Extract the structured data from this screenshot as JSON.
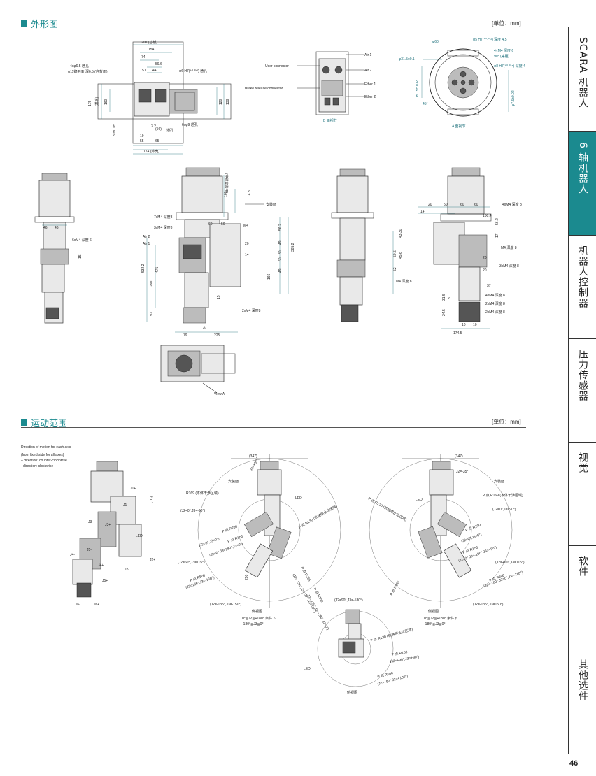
{
  "section1": {
    "title": "外形图",
    "unit": "[单位：mm]"
  },
  "section2": {
    "title": "运动范围",
    "unit": "[单位：mm]"
  },
  "tabs": [
    {
      "label": "SCARA 机器人",
      "active": false
    },
    {
      "label": "6 轴机器人",
      "active": true
    },
    {
      "label": "机器人控制器",
      "active": false
    },
    {
      "label": "压力传感器",
      "active": false
    },
    {
      "label": "视觉",
      "active": false
    },
    {
      "label": "软件",
      "active": false
    },
    {
      "label": "其他选件",
      "active": false
    }
  ],
  "page_number": "46",
  "colors": {
    "accent": "#1b8a8f",
    "dim_teal": "#1b6f7a",
    "line": "#333333"
  },
  "top_view": {
    "dims": [
      "200 (基板)",
      "154",
      "74",
      "59.6",
      "51",
      "44",
      "4xφ6.5 通孔",
      "φ11锪平面 深6.5 (自背面)",
      "φ6 H7(⁺⁰·⁰¹²) 通孔",
      "175",
      "(基板)",
      "160",
      "80±0.05",
      "120",
      "138",
      "19",
      "55",
      "65",
      "3.2",
      "(50)",
      "174 (外壳)",
      "6xφ9 通孔",
      "通孔"
    ]
  },
  "b_view": {
    "labels": [
      "User connector",
      "Brake release connector",
      "Air 1",
      "Air 2",
      "Ether 1",
      "Ether 2"
    ],
    "caption": "B 面视节"
  },
  "a_view": {
    "dims": [
      "φ60",
      "φ5 H7(⁺⁰·⁰¹²) 深度 4.5",
      "4×M4 深度 6",
      "90° (等距)",
      "φ31.5±0.1",
      "φ8 H7(⁺⁰·⁰¹⁵) 深度 4",
      "15.75±0.02",
      "45°",
      "φ7.5±0.02"
    ],
    "caption": "A 面视节"
  },
  "left_view": {
    "dims": [
      "46",
      "46",
      "6xM4 深度 6",
      "15"
    ]
  },
  "front_view": {
    "dims": [
      "(电缆安装用)",
      "160",
      "14.8",
      "安装面",
      "7xM4 深度8",
      "3xM4 深度8",
      "60",
      "50",
      "M4",
      "Air 2",
      "Air 1",
      "20",
      "14",
      "56.2",
      "49",
      "30",
      "60",
      "49",
      "385.2",
      "532.2",
      "475",
      "290",
      "166",
      "15",
      "2xM4 深度8",
      "97",
      "37",
      "79",
      "225"
    ],
    "view_caption": "View A"
  },
  "side_view": {
    "dims": [
      "20",
      "50",
      "60",
      "60",
      "14",
      "4xM4 深度 8",
      "100.4",
      "56.2",
      "17",
      "43.30",
      "50.5",
      "45.6",
      "52",
      "M4 深度 8",
      "20",
      "20",
      "3xM4 深度 8",
      "37",
      "M4 深度 8",
      "31.5",
      "8",
      "4xM4 深度 8",
      "2xM4 深度 8",
      "2xM4 深度 8",
      "24.5",
      "10",
      "10",
      "174.5"
    ]
  },
  "motion": {
    "direction_note": [
      "Direction of motion for each axis",
      "(from fixed side for all axes)",
      "+ direction: counter-clockwise",
      "- direction: clockwise"
    ],
    "axes": [
      "J1+",
      "J1-",
      "(J1-)",
      "J2+",
      "J2-",
      "J3+",
      "J3-",
      "J4+",
      "J4-",
      "J5+",
      "J5-",
      "J6+",
      "J6-",
      "LED"
    ],
    "left_range": {
      "labels": [
        "(347)",
        "J2=+30°",
        "安装面",
        "R169 (本体干涉区域)",
        "LED",
        "(J2=0°,J3=-90°)",
        "P 点 R130 (机械停止位区域)",
        "P 点 R290",
        "(J2=0°,J3=0°)",
        "P 点 R150",
        "(J2=0°,J3=180°,J3=0°)",
        "(J2=60°,J3=115°)",
        "P 点 R500",
        "(J2=135°,J3=-150°)",
        "P 点 R265",
        "(J2=-135°,J3=180°,J3=180°)",
        "P 点 R150",
        "(J2=-180°,J3=-180°,J3=0°)",
        "290",
        "(J2=-135°,J3=-150°)"
      ],
      "caption": "侧视图",
      "condition": [
        "0°≦J2≦+180° 条件下",
        "-180°≦J3≦0°"
      ]
    },
    "right_range": {
      "labels": [
        "(347)",
        "J2=-35°",
        "安装面",
        "P 点 R130 (机械停止位区域)",
        "P 点 R169 (本体干涉区域)",
        "LED",
        "(J2=0°,J3=90°)",
        "P 点 R290",
        "(J2=0°,J3=0°)",
        "P 点 R150",
        "(J2=0°,J3=-180°,J3=+90°)",
        "(J2=+60°,J3=115°)",
        "P 点 R500",
        "(J2=-180°,J3=0°,J3=-180°)",
        "P 点 R265",
        "(J2=-135°,J3=150°)"
      ],
      "caption": "侧视图",
      "condition": [
        "0°≦J2≦+180° 条件下",
        "-180°≦J3≦0°"
      ]
    },
    "top_range": {
      "labels": [
        "(J2=90°,J3=-180°)",
        "P 点 R130 (机械停止位区域)",
        "P 点 R150",
        "(J2=+90°,J3=+90°)",
        "P 点 R500",
        "(J2=+90°,J3=+180°)",
        "LED"
      ],
      "caption": "俯视图"
    }
  }
}
